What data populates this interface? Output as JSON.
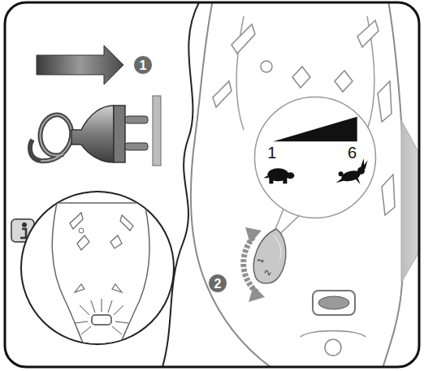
{
  "diagram": {
    "nodes": [
      {
        "text": [
          "1"
        ]
      },
      {
        "text": [
          "1",
          "6"
        ]
      },
      {
        "text": [
          "2"
        ]
      }
    ],
    "labels": [
      "1",
      "2"
    ]
  }
}
